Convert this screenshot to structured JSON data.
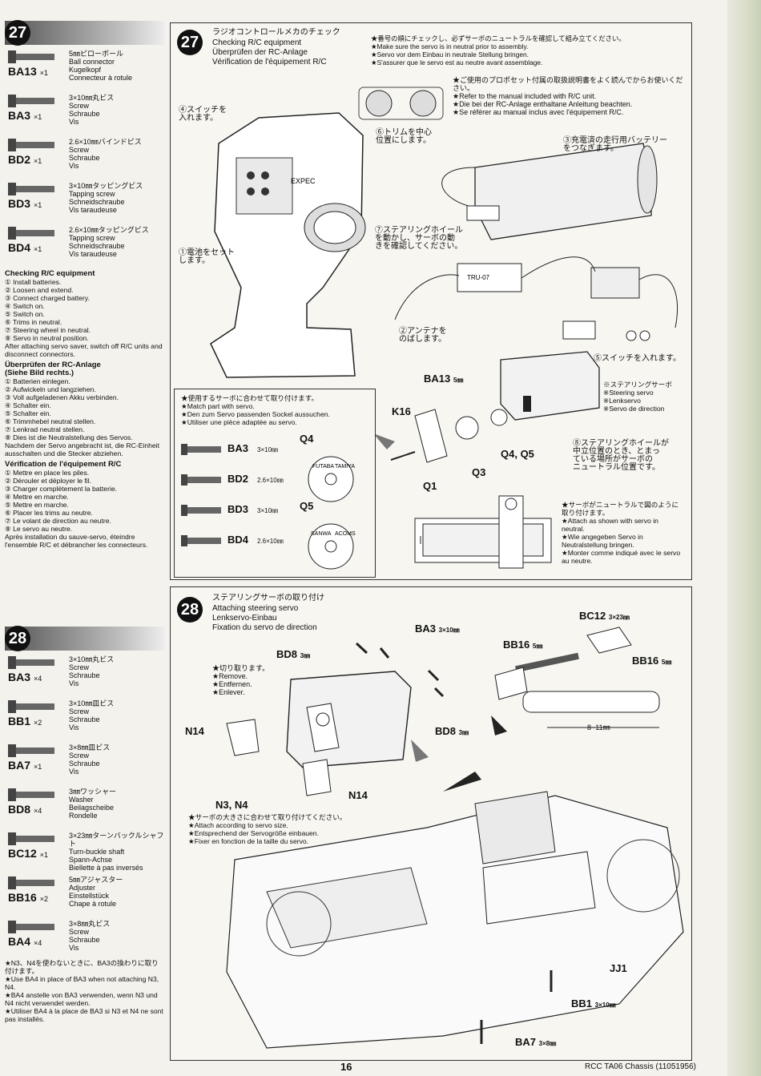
{
  "step27": {
    "number": "27",
    "title_ja": "ラジオコントロールメカのチェック",
    "title_en": "Checking R/C equipment",
    "title_de": "Überprüfen der RC-Anlage",
    "title_fr": "Vérification de l'équipement R/C",
    "top_notes": "★番号の順にチェックし、必ずサーボのニュートラルを確認して組み立てください。\n★Make sure the servo is in neutral prior to assembly.\n★Servo vor dem Einbau in neutrale Stellung bringen.\n★S'assurer que le servo est au neutre avant assemblage.",
    "manual_notes": "★ご使用のプロポセット付属の取扱説明書をよく読んでからお使いください。\n★Refer to the manual included with R/C unit.\n★Die bei der RC-Anlage enthaltane Anleitung beachten.\n★Se référer au manual inclus avec l'équipement R/C.",
    "c1": "①電池をセット\nします。",
    "c2": "②アンテナを\nのばします。",
    "c3": "③充電済の走行用バッテリー\nをつなぎます。",
    "c4": "④スイッチを\n入れます。",
    "c5": "⑤スイッチを入れます。",
    "c6": "⑥トリムを中心\n位置にします。",
    "c7": "⑦ステアリングホイール\nを動かし、サーボの動\nきを確認してください。",
    "c8": "⑧ステアリングホイールが\n中立位置のとき、とまっ\nている場所がサーボの\nニュートラル位置です。",
    "ba13": "BA13",
    "ba13_size": "5㎜",
    "k16": "K16",
    "q1": "Q1",
    "q3": "Q3",
    "q4q5": "Q4, Q5",
    "q4": "Q4",
    "q5": "Q5",
    "steering_servo": "※ステアリングサーボ\n※Steering servo\n※Lenkservo\n※Servo de direction",
    "servo_box_notes": "★使用するサーボに合わせて取り付けます。\n★Match part with servo.\n★Den zum Servo passenden Sockel aussuchen.\n★Utiliser une pièce adaptée au servo.",
    "box_parts": [
      {
        "code": "BA3",
        "size": "3×10㎜"
      },
      {
        "code": "BD2",
        "size": "2.6×10㎜"
      },
      {
        "code": "BD3",
        "size": "3×10㎜"
      },
      {
        "code": "BD4",
        "size": "2.6×10㎜"
      }
    ],
    "horn_q4_labels": [
      "FUTABA",
      "TAMIYA"
    ],
    "horn_q5_labels": [
      "SANWA",
      "ACOMS"
    ],
    "neutral_note": "★サーボがニュートラルで図のように取り付けます。\n★Attach as shown with servo in neutral.\n★Wie angegeben Servo in Neutralstellung bringen.\n★Monter comme indiqué avec le servo au neutre.",
    "tx_brand": "EXPEC",
    "rx_label": "TRU-07"
  },
  "left27": {
    "number": "27",
    "parts": [
      {
        "code": "BA13",
        "qty": "×1",
        "desc": "5㎜ピローボール\nBall connector\nKugelkopf\nConnecteur à rotule"
      },
      {
        "code": "BA3",
        "qty": "×1",
        "desc": "3×10㎜丸ビス\nScrew\nSchraube\nVis"
      },
      {
        "code": "BD2",
        "qty": "×1",
        "desc": "2.6×10㎜バインドビス\nScrew\nSchraube\nVis"
      },
      {
        "code": "BD3",
        "qty": "×1",
        "desc": "3×10㎜タッピングビス\nTapping screw\nSchneidschraube\nVis taraudeuse"
      },
      {
        "code": "BD4",
        "qty": "×1",
        "desc": "2.6×10㎜タッピングビス\nTapping screw\nSchneidschraube\nVis taraudeuse"
      }
    ],
    "notes_en_title": "Checking R/C equipment",
    "notes_en": "① Install batteries.\n② Loosen and extend.\n③ Connect charged battery.\n④ Switch on.\n⑤ Switch on.\n⑥ Trims in neutral.\n⑦ Steering wheel in neutral.\n⑧ Servo in neutral position.\nAfter attaching servo saver, switch off R/C units and disconnect connectors.",
    "notes_de_title": "Überprüfen der RC-Anlage\n(Siehe Bild rechts.)",
    "notes_de": "① Batterien einlegen.\n② Aufwickeln und langziehen.\n③ Voll aufgeladenen Akku verbinden.\n④ Schalter ein.\n⑤ Schalter ein.\n⑥ Trimmhebel neutral stellen.\n⑦ Lenkrad neutral stellen.\n⑧ Dies ist die Neutralstellung des Servos.\nNachdem der Servo angebracht ist, die RC-Einheit ausschalten und die Stecker abziehen.",
    "notes_fr_title": "Vérification de l'équipement R/C",
    "notes_fr": "① Mettre en place les piles.\n② Dérouler et déployer le fil.\n③ Charger complètement la batterie.\n④ Mettre en marche.\n⑤ Mettre en marche.\n⑥ Placer les trims au neutre.\n⑦ Le volant de direction au neutre.\n⑧ Le servo au neutre.\nAprès installation du sauve-servo, éteindre l'ensemble R/C et débrancher les connecteurs."
  },
  "left28": {
    "number": "28",
    "parts": [
      {
        "code": "BA3",
        "qty": "×4",
        "desc": "3×10㎜丸ビス\nScrew\nSchraube\nVis"
      },
      {
        "code": "BB1",
        "qty": "×2",
        "desc": "3×10㎜皿ビス\nScrew\nSchraube\nVis"
      },
      {
        "code": "BA7",
        "qty": "×1",
        "desc": "3×8㎜皿ビス\nScrew\nSchraube\nVis"
      },
      {
        "code": "BD8",
        "qty": "×4",
        "desc": "3㎜ワッシャー\nWasher\nBeilagscheibe\nRondelle"
      },
      {
        "code": "BC12",
        "qty": "×1",
        "desc": "3×23㎜ターンバックルシャフト\nTurn-buckle shaft\nSpann-Achse\nBiellette à pas inversés"
      },
      {
        "code": "BB16",
        "qty": "×2",
        "desc": "5㎜アジャスター\nAdjuster\nEinstellstück\nChape à rotule"
      },
      {
        "code": "BA4",
        "qty": "×4",
        "desc": "3×8㎜丸ビス\nScrew\nSchraube\nVis"
      }
    ],
    "notes": "★N3、N4を使わないときに、BA3の換わりに取り付けます。\n★Use BA4 in place of BA3 when not attaching N3, N4.\n★BA4 anstelle von BA3 verwenden, wenn N3 und N4 nicht verwendet werden.\n★Utiliser BA4 à la place de BA3 si N3 et N4 ne sont pas installés."
  },
  "step28": {
    "number": "28",
    "title_ja": "ステアリングサーボの取り付け",
    "title_en": "Attaching steering servo",
    "title_de": "Lenkservo-Einbau",
    "title_fr": "Fixation du servo de direction",
    "ba3": "BA3",
    "ba3_size": "3×10㎜",
    "bd8": "BD8",
    "bd8_size": "3㎜",
    "cut_note": "★切り取ります。\n★Remove.\n★Entfernen.\n★Enlever.",
    "n14": "N14",
    "n3n4": "N3, N4",
    "size_note": "★サーボの大きさに合わせて取り付けてください。\n★Attach according to servo size.\n★Entsprechend der Servogröße einbauen.\n★Fixer en fonction de la taille du servo.",
    "bc12": "BC12",
    "bc12_size": "3×23㎜",
    "bb16": "BB16",
    "bb16_size": "5㎜",
    "dim": "8~11㎜",
    "jj1": "JJ1",
    "bb1": "BB1",
    "bb1_size": "3×10㎜",
    "ba7": "BA7",
    "ba7_size": "3×8㎜"
  },
  "footer": {
    "page": "16",
    "model": "RCC TA06 Chassis (11051956)"
  }
}
